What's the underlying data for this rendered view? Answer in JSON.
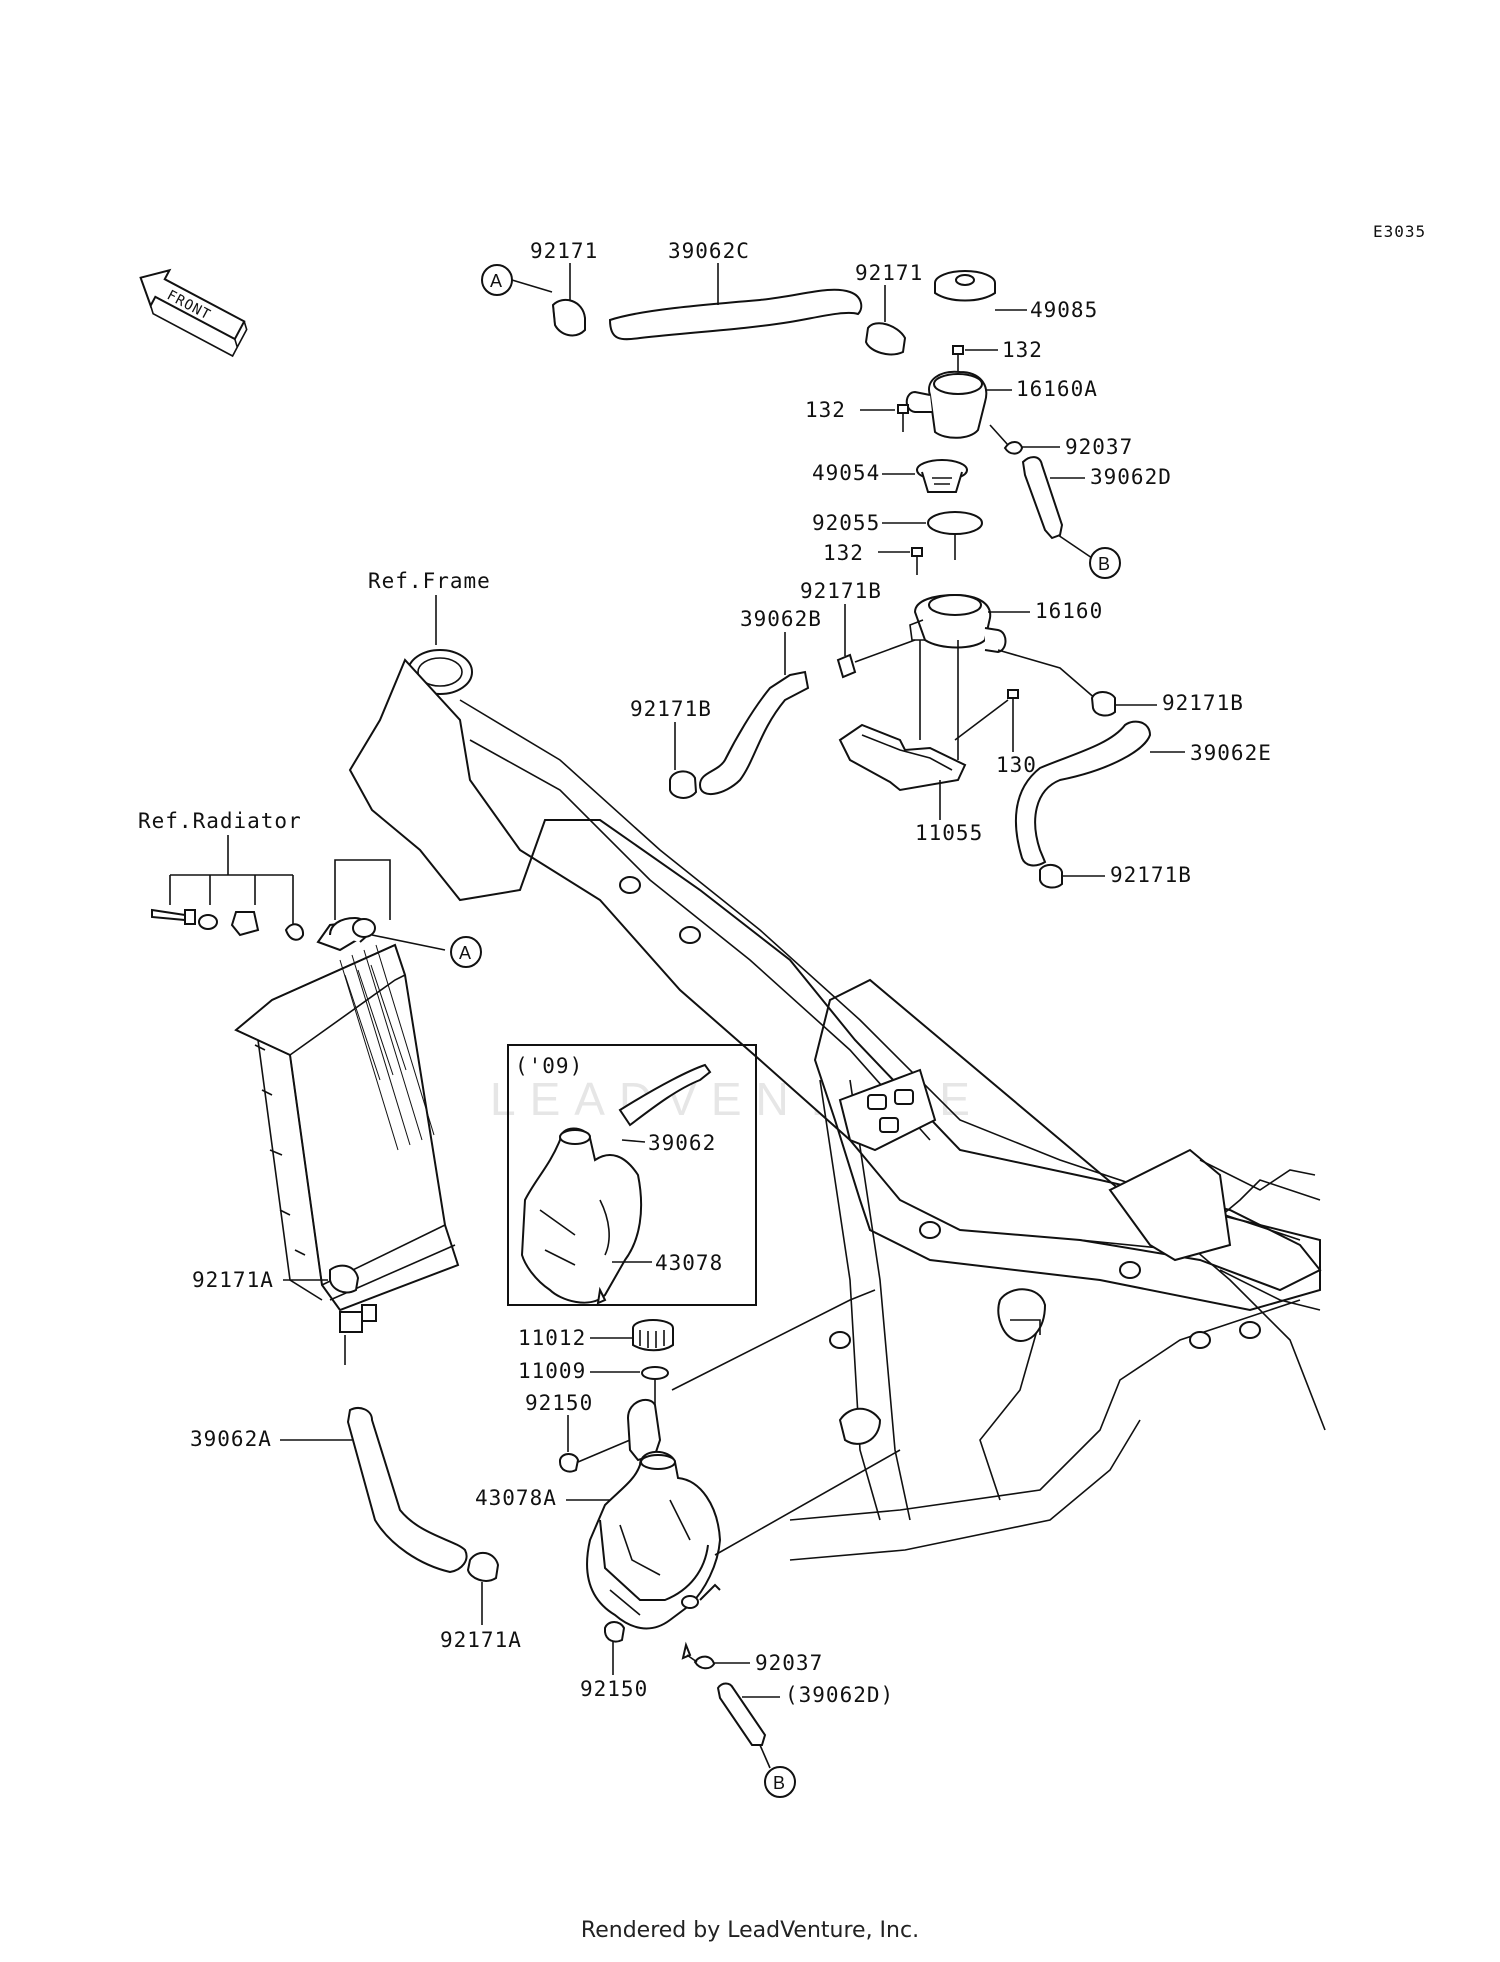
{
  "diagram_code": "E3035",
  "front_arrow_label": "FRONT",
  "references": {
    "frame": "Ref.Frame",
    "radiator": "Ref.Radiator"
  },
  "inset": {
    "title": "('09)",
    "parts": [
      "39062",
      "43078"
    ]
  },
  "callouts": {
    "A": "A",
    "B": "B"
  },
  "parts": {
    "p92171_top_left": "92171",
    "p39062C": "39062C",
    "p92171_top_mid": "92171",
    "p49085": "49085",
    "p132_a": "132",
    "p16160A": "16160A",
    "p132_b": "132",
    "p92037_top": "92037",
    "p49054": "49054",
    "p39062D": "39062D",
    "p92055": "92055",
    "p132_c": "132",
    "p92171B_a": "92171B",
    "p39062B": "39062B",
    "p16160": "16160",
    "p92171B_b": "92171B",
    "p92171B_c": "92171B",
    "p130": "130",
    "p39062E": "39062E",
    "p11055": "11055",
    "p92171B_d": "92171B",
    "p92171A_a": "92171A",
    "p39062A": "39062A",
    "p92171A_b": "92171A",
    "p11012": "11012",
    "p11009": "11009",
    "p92150_a": "92150",
    "p43078A": "43078A",
    "p92150_b": "92150",
    "p92037_bottom": "92037",
    "p39062D_paren": "(39062D)"
  },
  "watermark": "LEADVENTURE",
  "footer": "Rendered by LeadVenture, Inc."
}
